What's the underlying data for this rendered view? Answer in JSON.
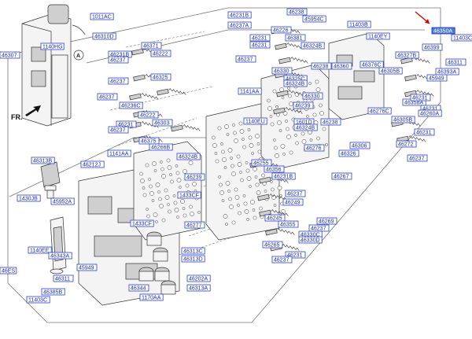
{
  "diagram": {
    "front_marker": "FR.",
    "view_markers": [
      "A",
      "A"
    ],
    "labels": [
      {
        "id": "1011AC",
        "text": "1011AC"
      },
      {
        "id": "46310D",
        "text": "46310D"
      },
      {
        "id": "1140HG",
        "text": "1140HG"
      },
      {
        "id": "46307",
        "text": "46307"
      },
      {
        "id": "46371",
        "text": "46371"
      },
      {
        "id": "46231B_a",
        "text": "46231B"
      },
      {
        "id": "46237_a",
        "text": "46237"
      },
      {
        "id": "46222",
        "text": "46222"
      },
      {
        "id": "46237_b",
        "text": "46237"
      },
      {
        "id": "46325",
        "text": "46325"
      },
      {
        "id": "46237_c",
        "text": "46237"
      },
      {
        "id": "46236C",
        "text": "46236C"
      },
      {
        "id": "46222_b",
        "text": "46222"
      },
      {
        "id": "46303",
        "text": "46303"
      },
      {
        "id": "46231_a",
        "text": "46231"
      },
      {
        "id": "46237_d",
        "text": "46237"
      },
      {
        "id": "46375",
        "text": "46375"
      },
      {
        "id": "46266B",
        "text": "46266B"
      },
      {
        "id": "1141AA",
        "text": "1141AA"
      },
      {
        "id": "46313B",
        "text": "46313B"
      },
      {
        "id": "46212J",
        "text": "46212J"
      },
      {
        "id": "46324B",
        "text": "46324B"
      },
      {
        "id": "46239",
        "text": "46239"
      },
      {
        "id": "1433CF_a",
        "text": "1433CF"
      },
      {
        "id": "1430JB",
        "text": "1430JB"
      },
      {
        "id": "45952A",
        "text": "45952A"
      },
      {
        "id": "46277",
        "text": "46277"
      },
      {
        "id": "1433CF_b",
        "text": "1433CF"
      },
      {
        "id": "1140EE",
        "text": "1140EE"
      },
      {
        "id": "46343A",
        "text": "46343A"
      },
      {
        "id": "46313C_a",
        "text": "46313C"
      },
      {
        "id": "46313D",
        "text": "46313D"
      },
      {
        "id": "45949",
        "text": "45949"
      },
      {
        "id": "46ES",
        "text": "46ES"
      },
      {
        "id": "46311",
        "text": "46311"
      },
      {
        "id": "46202A",
        "text": "46202A"
      },
      {
        "id": "46344",
        "text": "46344"
      },
      {
        "id": "46313A",
        "text": "46313A"
      },
      {
        "id": "46385B",
        "text": "46385B"
      },
      {
        "id": "11403C",
        "text": "11403C"
      },
      {
        "id": "1170AA",
        "text": "1170AA"
      },
      {
        "id": "46231B_b",
        "text": "46231B"
      },
      {
        "id": "46237A",
        "text": "46237A"
      },
      {
        "id": "46226",
        "text": "46226"
      },
      {
        "id": "46231_b",
        "text": "46231"
      },
      {
        "id": "46238_a",
        "text": "46238"
      },
      {
        "id": "46231_c",
        "text": "46231"
      },
      {
        "id": "46381",
        "text": "46381"
      },
      {
        "id": "46324B_b",
        "text": "46324B"
      },
      {
        "id": "45954C",
        "text": "45954C"
      },
      {
        "id": "46237_e",
        "text": "46237"
      },
      {
        "id": "46330",
        "text": "46330"
      },
      {
        "id": "46238_b",
        "text": "46238"
      },
      {
        "id": "46325C",
        "text": "46325C"
      },
      {
        "id": "46324B_c",
        "text": "46324B"
      },
      {
        "id": "1141AA_b",
        "text": "1141AA"
      },
      {
        "id": "46330_b",
        "text": "46330"
      },
      {
        "id": "46239_b",
        "text": "46239"
      },
      {
        "id": "1140EU",
        "text": "1140EU"
      },
      {
        "id": "1601D",
        "text": "1601D"
      },
      {
        "id": "46324B_d",
        "text": "46324B"
      },
      {
        "id": "46238_c",
        "text": "46238"
      },
      {
        "id": "46276",
        "text": "46276"
      },
      {
        "id": "11403B",
        "text": "11403B"
      },
      {
        "id": "1140EY",
        "text": "1140EY"
      },
      {
        "id": "46360",
        "text": "46360"
      },
      {
        "id": "46376C",
        "text": "46376C"
      },
      {
        "id": "46305B",
        "text": "46305B"
      },
      {
        "id": "46276C",
        "text": "46276C"
      },
      {
        "id": "46305B_b",
        "text": "46305B"
      },
      {
        "id": "46358A",
        "text": "46358A"
      },
      {
        "id": "46272",
        "text": "46272"
      },
      {
        "id": "46306",
        "text": "46306"
      },
      {
        "id": "46326",
        "text": "46326"
      },
      {
        "id": "46237_f",
        "text": "46237"
      },
      {
        "id": "46255",
        "text": "46255"
      },
      {
        "id": "46356",
        "text": "46356"
      },
      {
        "id": "46231B_c",
        "text": "46231B"
      },
      {
        "id": "46237_g",
        "text": "46237"
      },
      {
        "id": "46249",
        "text": "46249"
      },
      {
        "id": "46267",
        "text": "46267"
      },
      {
        "id": "46245",
        "text": "46245"
      },
      {
        "id": "46269",
        "text": "46269"
      },
      {
        "id": "46355",
        "text": "46355"
      },
      {
        "id": "46237_h",
        "text": "46237"
      },
      {
        "id": "46330C",
        "text": "46330C"
      },
      {
        "id": "46330D",
        "text": "46330D"
      },
      {
        "id": "46265",
        "text": "46265"
      },
      {
        "id": "46231_d",
        "text": "46231"
      },
      {
        "id": "46237_i",
        "text": "46237"
      },
      {
        "id": "46350A",
        "text": "46350A"
      },
      {
        "id": "46399",
        "text": "46399"
      },
      {
        "id": "46327B",
        "text": "46327B"
      },
      {
        "id": "11403C_b",
        "text": "11403C"
      },
      {
        "id": "46311_b",
        "text": "46311"
      },
      {
        "id": "46393A",
        "text": "46393A"
      },
      {
        "id": "45949_b",
        "text": "45949"
      },
      {
        "id": "46231_e",
        "text": "46231"
      },
      {
        "id": "46231_f",
        "text": "46231"
      },
      {
        "id": "46260A",
        "text": "46260A"
      },
      {
        "id": "46231_g",
        "text": "46231"
      },
      {
        "id": "46237_j",
        "text": "46237"
      }
    ]
  }
}
